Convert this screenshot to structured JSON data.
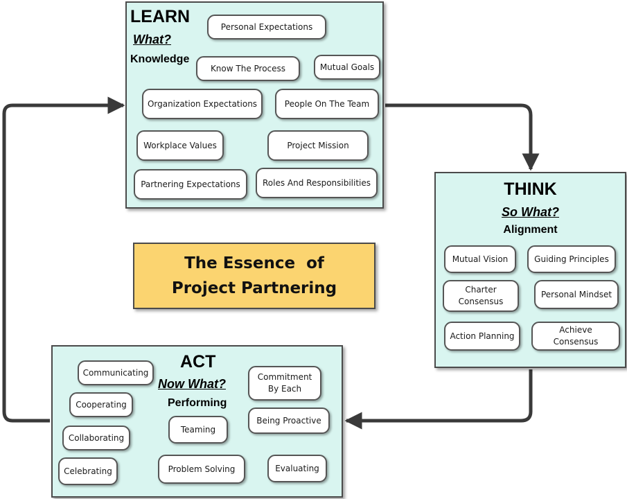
{
  "title": {
    "line1": "The Essence  of",
    "line2": "Project Partnering"
  },
  "learn": {
    "heading": "LEARN",
    "question": "What?",
    "subtitle": "Knowledge",
    "items": [
      "Personal Expectations",
      "Know The Process",
      "Mutual Goals",
      "Organization Expectations",
      "People On The Team",
      "Workplace Values",
      "Project Mission",
      "Partnering Expectations",
      "Roles And Responsibilities"
    ]
  },
  "think": {
    "heading": "THINK",
    "question": "So What?",
    "subtitle": "Alignment",
    "items": [
      "Mutual Vision",
      "Guiding Principles",
      "Charter\nConsensus",
      "Personal Mindset",
      "Action Planning",
      "Achieve\nConsensus"
    ]
  },
  "act": {
    "heading": "ACT",
    "question": "Now What?",
    "subtitle": "Performing",
    "items": [
      "Communicating",
      "Commitment\nBy Each",
      "Cooperating",
      "Being Proactive",
      "Teaming",
      "Collaborating",
      "Celebrating",
      "Problem Solving",
      "Evaluating"
    ]
  },
  "colors": {
    "panel_fill": "#d9f5f0",
    "title_fill": "#fbd470",
    "arrow": "#3a3a3a"
  }
}
